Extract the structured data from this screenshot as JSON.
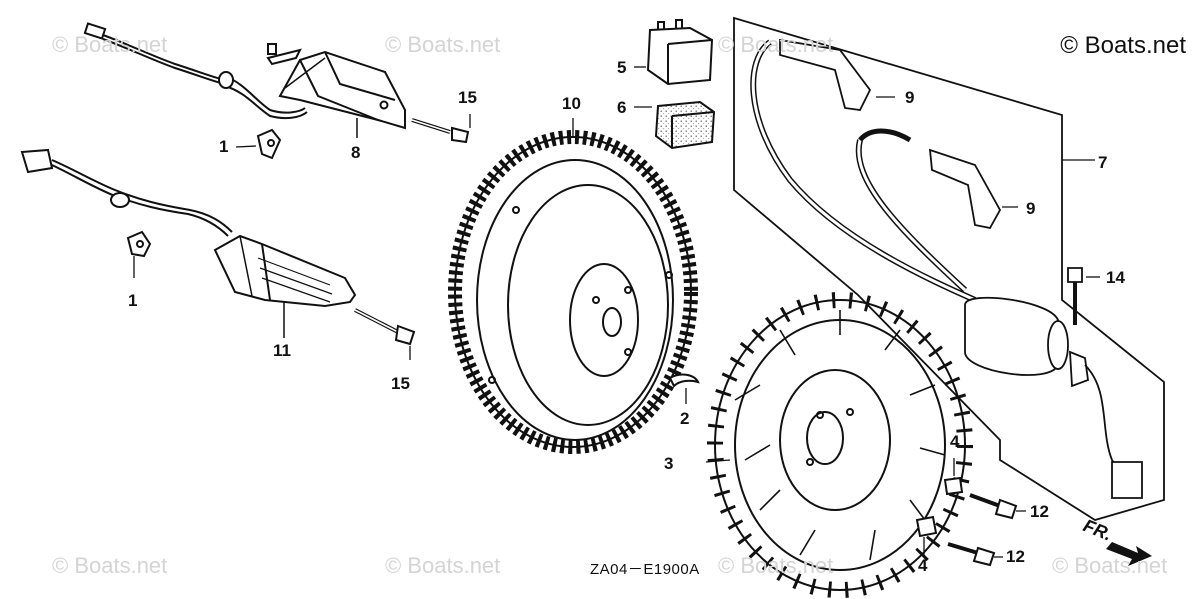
{
  "brand": "© Boats.net",
  "watermark": "© Boats.net",
  "diagram_code": "ZA04－E1900A",
  "direction_label": "FR.",
  "callouts": {
    "c1_top": "1",
    "c1_bottom": "1",
    "c2": "2",
    "c3": "3",
    "c4_top": "4",
    "c4_bottom": "4",
    "c5": "5",
    "c6": "6",
    "c7": "7",
    "c8": "8",
    "c9_top": "9",
    "c9_bottom": "9",
    "c10": "10",
    "c11": "11",
    "c12_top": "12",
    "c12_bottom": "12",
    "c14": "14",
    "c15_top": "15",
    "c15_bottom": "15"
  },
  "colors": {
    "ink": "#111111",
    "watermark": "#d4d4d4",
    "background": "#ffffff"
  }
}
